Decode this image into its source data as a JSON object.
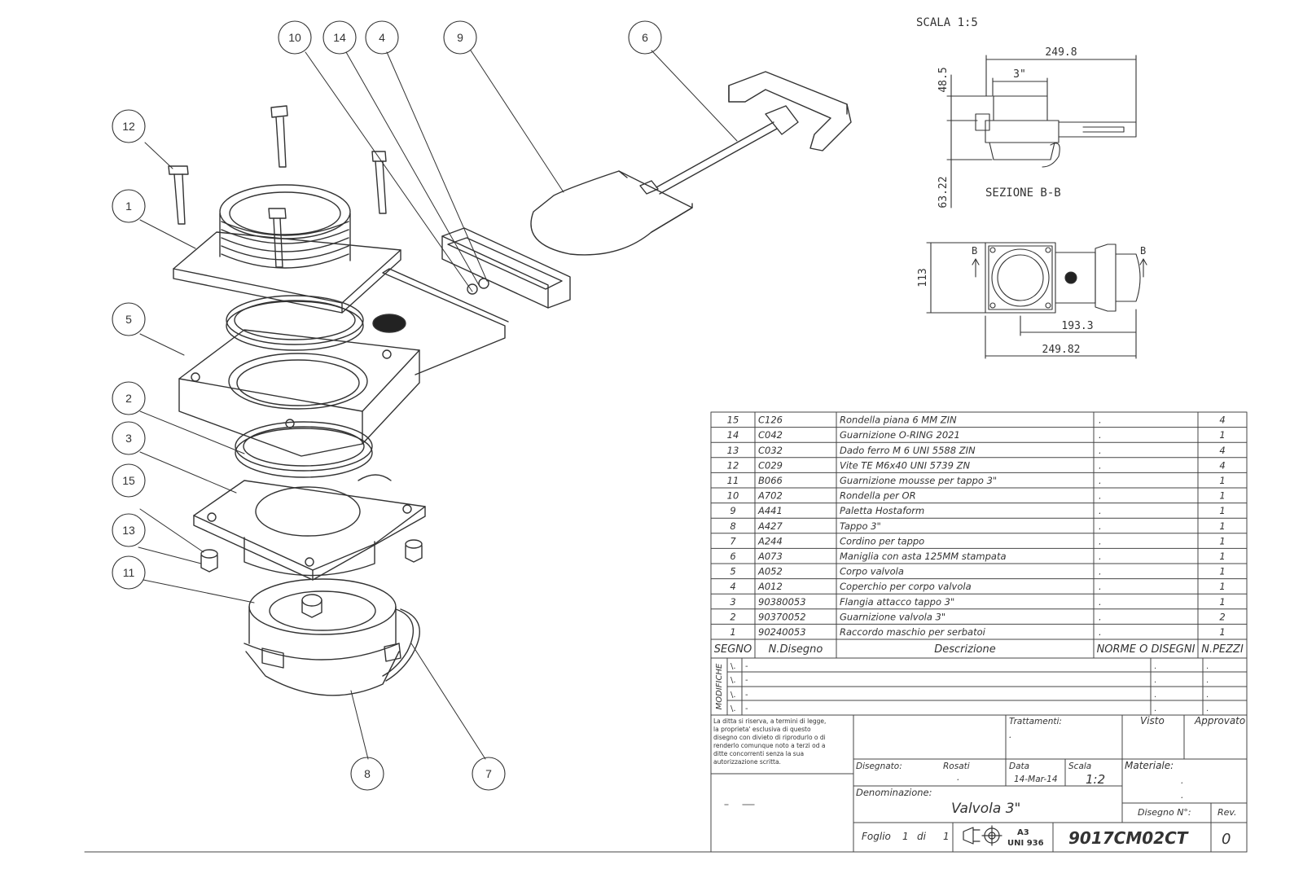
{
  "balloons": [
    "1",
    "2",
    "3",
    "4",
    "5",
    "6",
    "7",
    "8",
    "9",
    "10",
    "11",
    "12",
    "13",
    "14",
    "15"
  ],
  "scale_note": "SCALA 1:5",
  "section_label": "SEZIONE B-B",
  "section_marker": "B",
  "dims": {
    "width_top": "249.8",
    "bore": "3\"",
    "height_upper": "48.5",
    "height_lower": "63.22",
    "side_height": "113",
    "length_partial": "193.3",
    "width_bottom": "249.82"
  },
  "bom": {
    "headers": [
      "SEGNO",
      "N.Disegno",
      "Descrizione",
      "NORME O DISEGNI",
      "N.PEZZI"
    ],
    "rows": [
      [
        "15",
        "C126",
        "Rondella piana 6 MM ZIN",
        ".",
        "4"
      ],
      [
        "14",
        "C042",
        "Guarnizione O-RING 2021",
        ".",
        "1"
      ],
      [
        "13",
        "C032",
        "Dado ferro M 6 UNI 5588 ZIN",
        ".",
        "4"
      ],
      [
        "12",
        "C029",
        "Vite TE M6x40 UNI 5739 ZN",
        ".",
        "4"
      ],
      [
        "11",
        "B066",
        "Guarnizione mousse per tappo 3\"",
        ".",
        "1"
      ],
      [
        "10",
        "A702",
        "Rondella per OR",
        ".",
        "1"
      ],
      [
        "9",
        "A441",
        "Paletta Hostaform",
        ".",
        "1"
      ],
      [
        "8",
        "A427",
        "Tappo 3\"",
        ".",
        "1"
      ],
      [
        "7",
        "A244",
        "Cordino per tappo",
        ".",
        "1"
      ],
      [
        "6",
        "A073",
        "Maniglia con asta 125MM stampata",
        ".",
        "1"
      ],
      [
        "5",
        "A052",
        "Corpo valvola",
        ".",
        "1"
      ],
      [
        "4",
        "A012",
        "Coperchio per corpo valvola",
        ".",
        "1"
      ],
      [
        "3",
        "90380053",
        "Flangia attacco tappo 3\"",
        ".",
        "1"
      ],
      [
        "2",
        "90370052",
        "Guarnizione valvola 3\"",
        ".",
        "2"
      ],
      [
        "1",
        "90240053",
        "Raccordo maschio per serbatoi",
        ".",
        "1"
      ]
    ]
  },
  "modifiche": {
    "label": "MODIFICHE",
    "rows": [
      [
        "\\.",
        "-",
        ".",
        "."
      ],
      [
        "\\.",
        "-",
        ".",
        "."
      ],
      [
        "\\.",
        "-",
        ".",
        "."
      ],
      [
        "\\.",
        "-",
        ".",
        "."
      ]
    ]
  },
  "title_block": {
    "disclaimer": [
      "La ditta si riserva, a termini di legge,",
      "la proprieta' esclusiva di questo",
      "disegno con divieto di riprodurlo o di",
      "renderlo comunque noto a terzi od a",
      "ditte concorrenti senza la sua",
      "autorizzazione scritta."
    ],
    "trattamenti_label": "Trattamenti:",
    "trattamenti_value": ".",
    "visto_label": "Visto",
    "approvato_label": "Approvato",
    "disegnato_label": "Disegnato:",
    "disegnato_value": "Rosati",
    "disegnato_sub": ".",
    "data_label": "Data",
    "data_value": "14-Mar-14",
    "scala_label": "Scala",
    "scala_value": "1:2",
    "materiale_label": "Materiale:",
    "materiale_dots": [
      ".",
      "."
    ],
    "denominazione_label": "Denominazione:",
    "denominazione_value": "Valvola 3\"",
    "disegno_n_label": "Disegno N°:",
    "rev_label": "Rev.",
    "foglio_label": "Foglio",
    "foglio_num": "1",
    "foglio_di": "di",
    "foglio_tot": "1",
    "format_size": "A3",
    "format_std": "UNI 936",
    "drawing_number": "9017CM02CT",
    "rev_value": "0"
  }
}
